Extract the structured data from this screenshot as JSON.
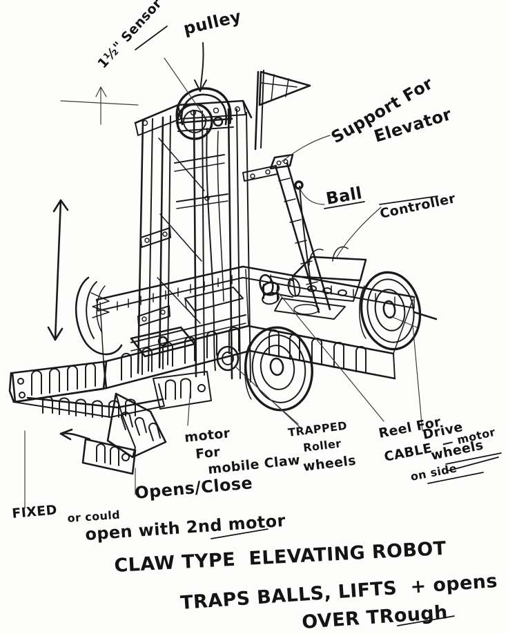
{
  "sheet": {
    "background_color": "#fdfdfc",
    "ink_color": "#141414",
    "medium": "pen-on-paper-sketch"
  },
  "title_block": {
    "line1": "CLAW TYPE  ELEVATING ROBOT",
    "line2": "TRAPS BALLS, LIFTS  + opens",
    "line3": "OVER TRough"
  },
  "annotations": {
    "dimension_sensor": "1½\" Sensor",
    "pulley": "pulley",
    "support_for": "Support For",
    "elevator": "Elevator",
    "ball": "Ball",
    "controller": "Controller",
    "drive": "Drive",
    "wheels": "wheels",
    "reel_for": "Reel For",
    "cable": "CABLE",
    "motor_dash": "— motor",
    "on_side": "on side",
    "trapped": "TRAPPED",
    "roller": "Roller",
    "motor": "motor",
    "for": "For",
    "mobile_claw": "mobile Claw",
    "wheels2": "wheels",
    "opens_close": "Opens/Close",
    "fixed": "FIXED",
    "or_could": "or could",
    "open_with": "open with 2nd motor"
  },
  "drawing_parts": {
    "elevator_tower": "vertical-mast-with-rails-and-crossbraces",
    "pulley_head": "pulley-at-tower-top",
    "pennant_flag": "triangular-flag",
    "chassis": "perforated-beam-chassis",
    "drive_wheel_right": "large-concentric-ring-wheel",
    "drive_wheel_front": "large-concentric-ring-wheel",
    "rear_wheel_left": "partially-hidden-wheel",
    "claw_arm_left": "perforated-fixed-claw-arm",
    "claw_arm_right": "perforated-movable-claw-arm",
    "controller_box": "electronics-control-box",
    "cable_reel": "cable-reel-spool",
    "travel_arrow": "double-headed-vertical-arrow",
    "claw_open_arrow": "curved-arrow-left"
  }
}
